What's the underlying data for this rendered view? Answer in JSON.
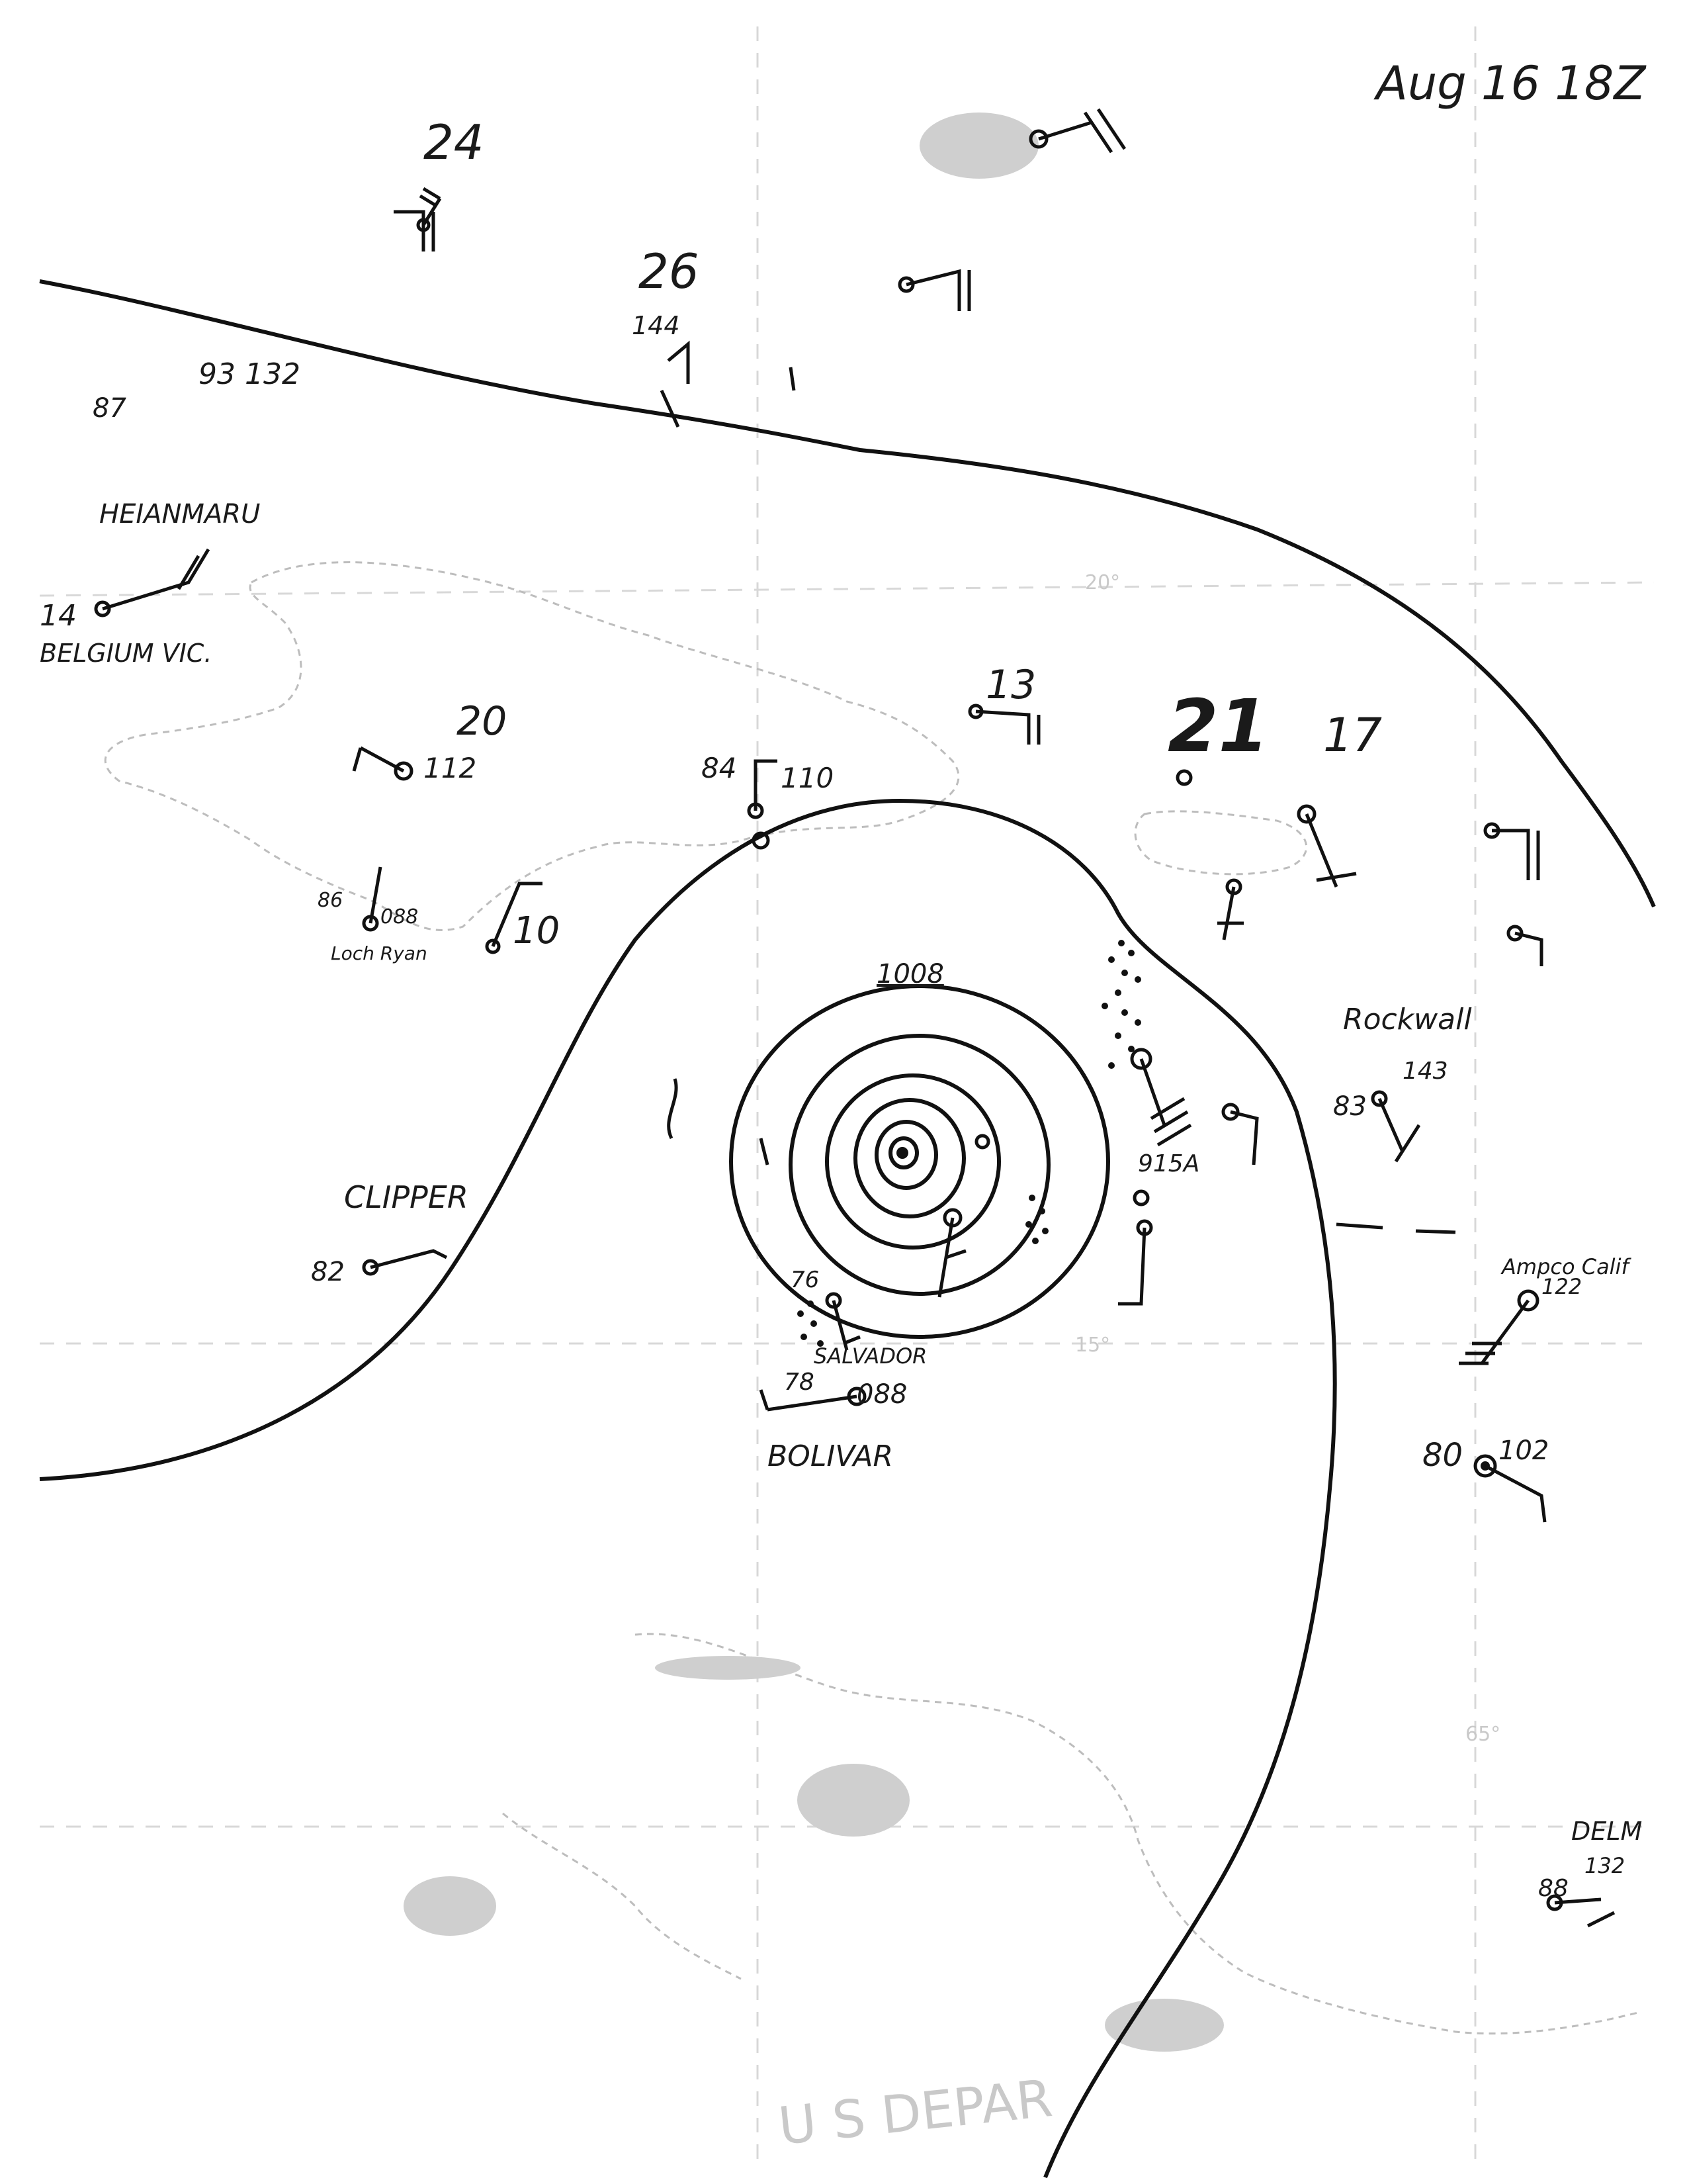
{
  "header": {
    "date_time": "Aug 16 18Z"
  },
  "pressure_center": {
    "isobar_label": "1008"
  },
  "grid_labels": {
    "lat20": "20°",
    "lat15": "15°",
    "lon65": "65°"
  },
  "ships": [
    {
      "name": "HEIANMARU"
    },
    {
      "name": "BELGIUM VIC."
    },
    {
      "name": "CLIPPER"
    },
    {
      "name": "SALVADOR"
    },
    {
      "name": "BOLIVAR"
    },
    {
      "name": "Rockwall"
    },
    {
      "name": "Ampco Calif"
    },
    {
      "name": "DELM"
    },
    {
      "name": "Loch Ryan"
    }
  ],
  "station_numbers": [
    {
      "id": "n24",
      "text": "24"
    },
    {
      "id": "n26",
      "text": "26"
    },
    {
      "id": "n20",
      "text": "20"
    },
    {
      "id": "n13",
      "text": "13"
    },
    {
      "id": "n21",
      "text": "21"
    },
    {
      "id": "n17",
      "text": "17"
    },
    {
      "id": "n10",
      "text": "10"
    },
    {
      "id": "n93",
      "text": "93 132"
    },
    {
      "id": "n87",
      "text": "87"
    },
    {
      "id": "n144",
      "text": "144"
    },
    {
      "id": "n84",
      "text": "84"
    },
    {
      "id": "n110",
      "text": "110"
    },
    {
      "id": "n112",
      "text": "112"
    },
    {
      "id": "n122",
      "text": "122"
    },
    {
      "id": "n80",
      "text": "80"
    },
    {
      "id": "n102",
      "text": "102"
    },
    {
      "id": "n088",
      "text": "088"
    },
    {
      "id": "n86",
      "text": "86"
    },
    {
      "id": "n82",
      "text": "82"
    },
    {
      "id": "n088b",
      "text": "088"
    },
    {
      "id": "n76",
      "text": "76"
    },
    {
      "id": "n78",
      "text": "78"
    },
    {
      "id": "n143",
      "text": "143"
    },
    {
      "id": "n88",
      "text": "88"
    },
    {
      "id": "n132",
      "text": "132"
    },
    {
      "id": "n115A",
      "text": "915A"
    },
    {
      "id": "n83",
      "text": "83"
    },
    {
      "id": "n14",
      "text": "14"
    }
  ],
  "faint_text": {
    "us_dept": "U S DEPAR"
  }
}
